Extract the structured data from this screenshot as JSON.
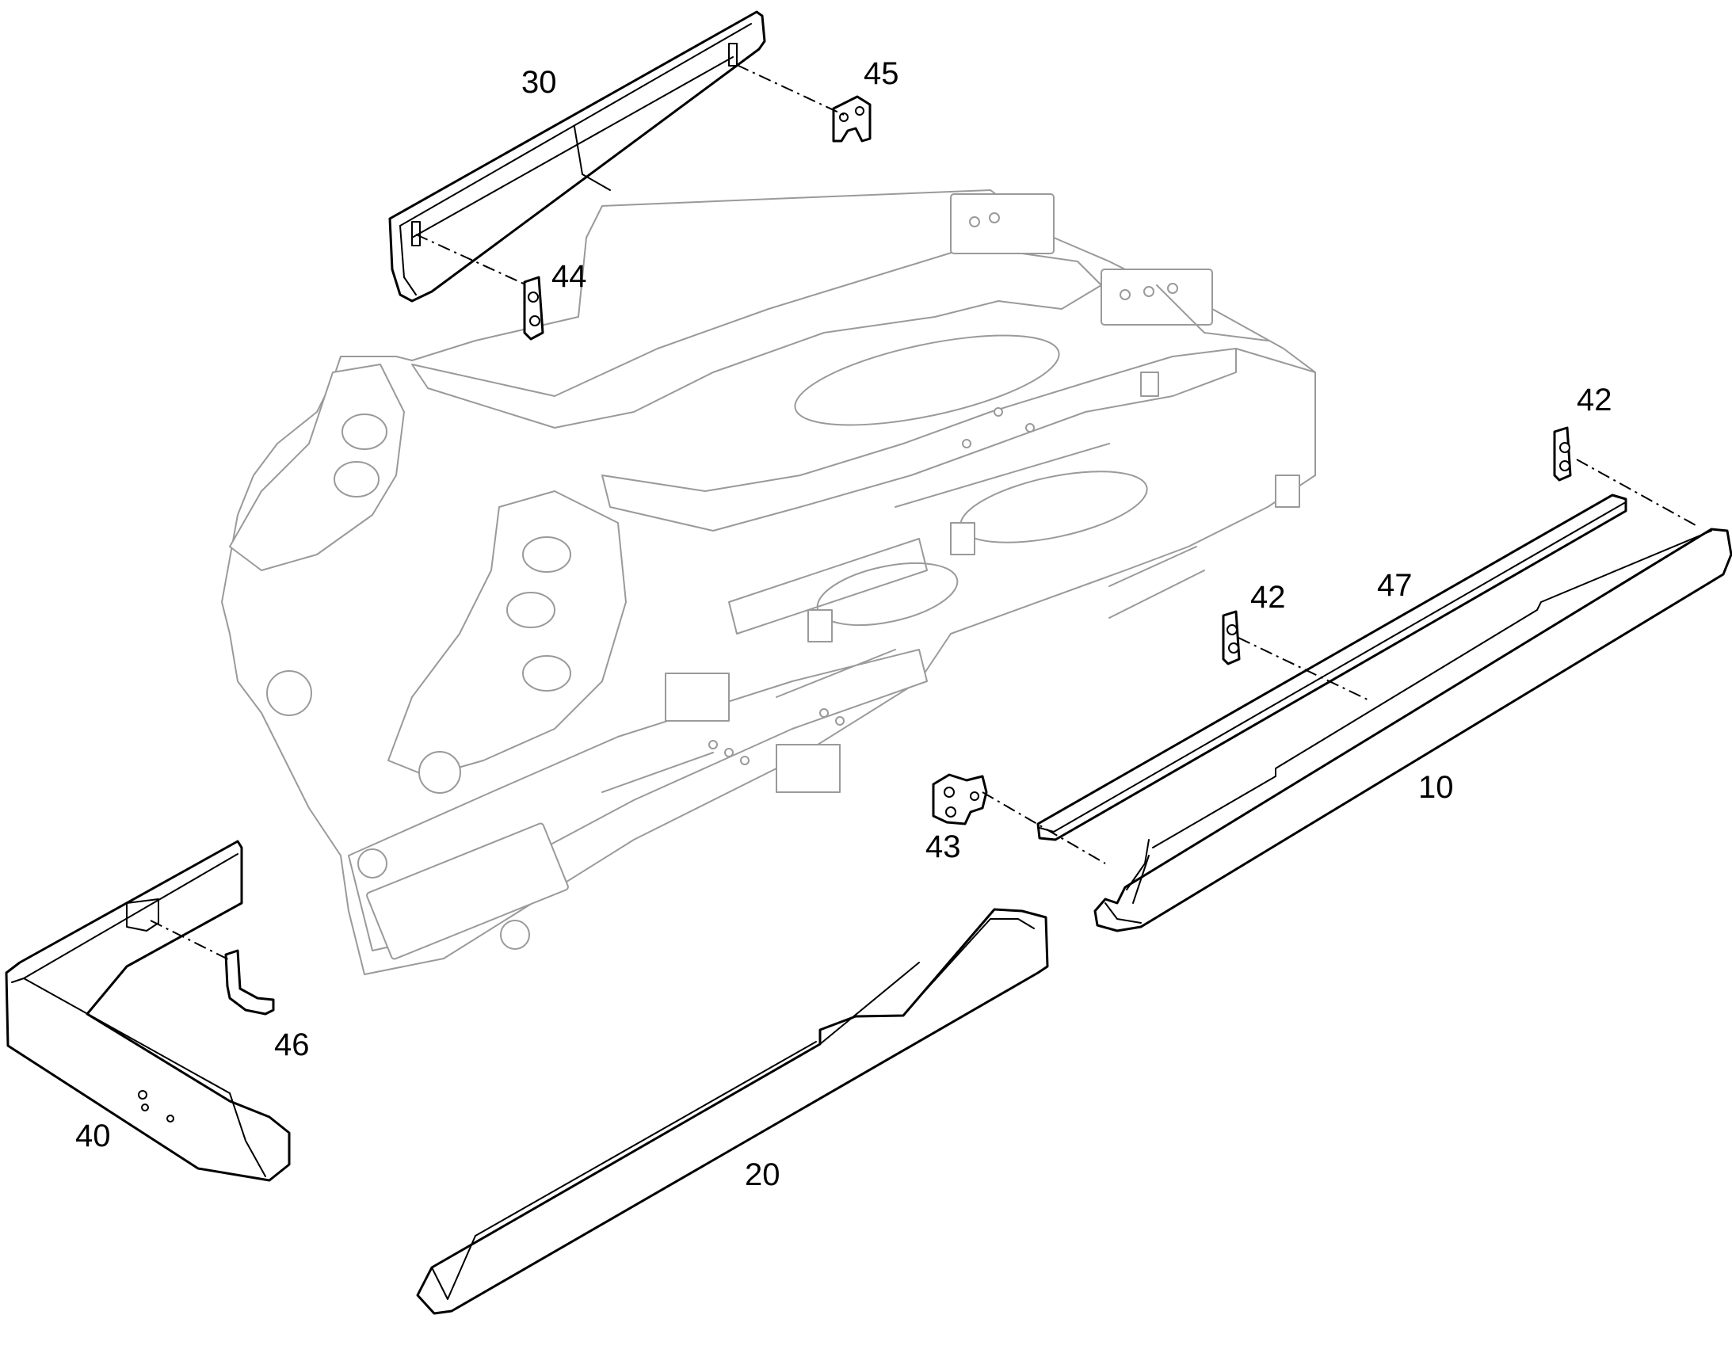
{
  "colors": {
    "outline": "#000000",
    "frame": "#9a9a9a",
    "background": "#ffffff"
  },
  "callouts": {
    "p10": "10",
    "p20": "20",
    "p30": "30",
    "p40": "40",
    "p42a": "42",
    "p42b": "42",
    "p43": "43",
    "p44": "44",
    "p45": "45",
    "p46": "46",
    "p47": "47"
  }
}
